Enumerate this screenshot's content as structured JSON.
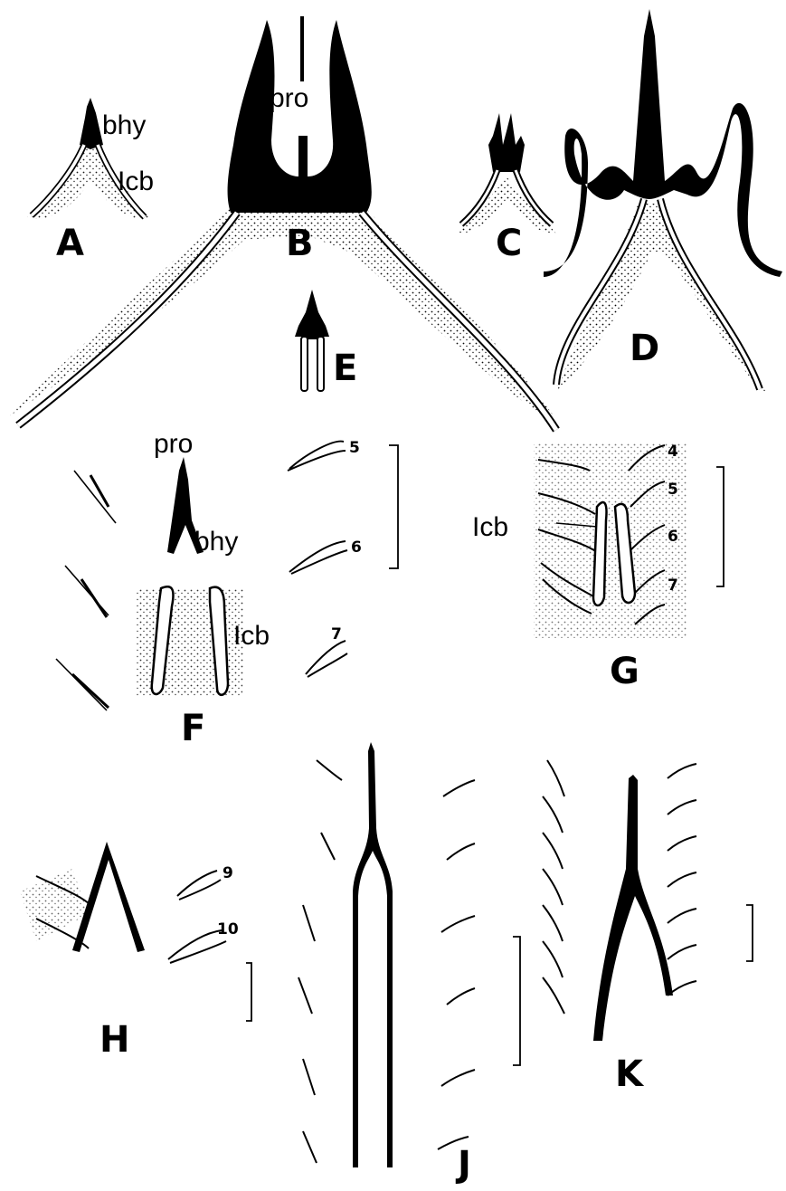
{
  "figure": {
    "panels": {
      "A": {
        "label": "A",
        "annotations": {
          "bhy": "bhy",
          "icb": "Icb"
        }
      },
      "B": {
        "label": "B",
        "annotations": {
          "pro": "pro"
        }
      },
      "C": {
        "label": "C"
      },
      "D": {
        "label": "D"
      },
      "E": {
        "label": "E"
      },
      "F": {
        "label": "F",
        "annotations": {
          "pro": "pro",
          "bhy": "bhy",
          "icb": "Icb"
        },
        "numbers": [
          "5",
          "6",
          "7"
        ]
      },
      "G": {
        "label": "G",
        "annotations": {
          "icb": "Icb"
        },
        "numbers": [
          "4",
          "5",
          "6",
          "7"
        ]
      },
      "H": {
        "label": "H",
        "numbers": [
          "9",
          "10"
        ]
      },
      "J": {
        "label": "J"
      },
      "K": {
        "label": "K"
      }
    },
    "colors": {
      "ink": "#000000",
      "background": "#ffffff"
    }
  }
}
